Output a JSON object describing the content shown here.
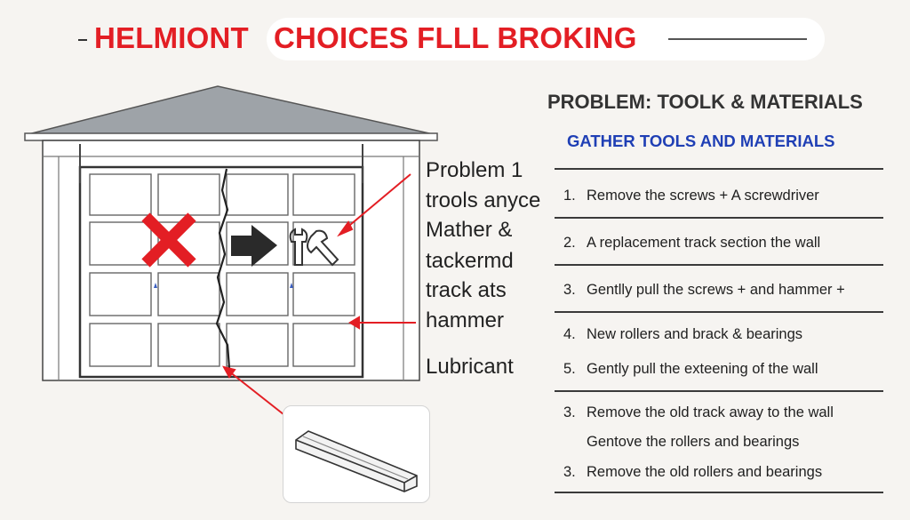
{
  "title": "HELMIONT   CHOICES FLLL BROKING",
  "door_labels": [
    "Problem 1",
    "trools anyce",
    "Mather &",
    "tackermd",
    "track ats",
    "hammer",
    "Lubricant"
  ],
  "panel": {
    "heading": "PROBLEM: TOOLK & MATERIALS",
    "subheading": "GATHER TOOLS AND MATERIALS",
    "steps": [
      {
        "num": "1.",
        "text": "Remove the screws + A screwdriver"
      },
      {
        "num": "2.",
        "text": "A replacement track section the wall"
      },
      {
        "num": "3.",
        "text": "Gentlly pull the screws + and hammer +"
      },
      {
        "num": "4.",
        "text": "New rollers and brack & bearings"
      },
      {
        "num": "5.",
        "text": "Gently pull the exteening of the wall"
      },
      {
        "num": "3.",
        "text": "Remove the old track away to the wall"
      },
      {
        "num": "",
        "text": "Gentove the rollers and bearings"
      },
      {
        "num": "3.",
        "text": "Remove the old rollers and bearings"
      }
    ]
  },
  "icons": {
    "wrong": "red-x-icon",
    "arrow": "right-arrow-icon",
    "tools": "wrench-tools-icon",
    "rail": "track-rail-icon"
  },
  "colors": {
    "accent_red": "#e31e24",
    "heading_blue": "#1f3fb5",
    "roof_gray": "#9ea3a8"
  }
}
